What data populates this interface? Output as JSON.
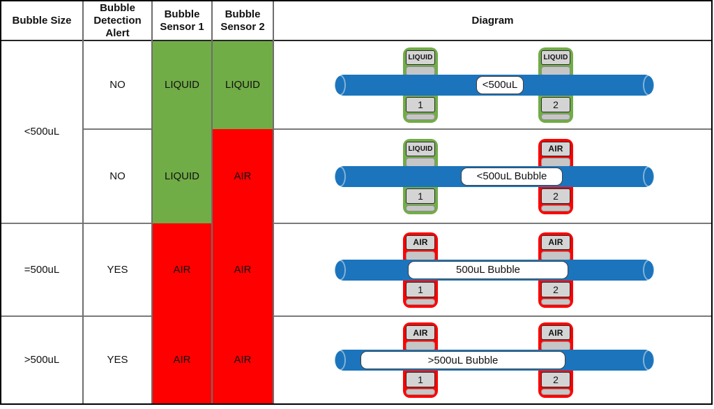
{
  "colors": {
    "liquid_green": "#71AD47",
    "air_red": "#FF0000",
    "tube_blue": "#1B74BC",
    "sensor_gray": "#C6C6C6"
  },
  "table": {
    "headers": {
      "bubble_size": "Bubble Size",
      "alert": "Bubble Detection Alert",
      "sensor1": "Bubble Sensor 1",
      "sensor2": "Bubble Sensor 2",
      "diagram": "Diagram"
    },
    "size_cells": [
      {
        "label": "<500uL"
      },
      {
        "label": "=500uL"
      },
      {
        "label": ">500uL"
      }
    ],
    "rows": [
      {
        "alert": "NO",
        "sensor1": {
          "text": "LIQUID",
          "state": "liquid"
        },
        "sensor2": {
          "text": "LIQUID",
          "state": "liquid"
        },
        "diagram": {
          "sensor1_top": "LIQUID",
          "sensor1_num": "1",
          "sensor2_top": "LIQUID",
          "sensor2_num": "2",
          "bubble": "<500uL"
        }
      },
      {
        "alert": "NO",
        "sensor1": {
          "text": "LIQUID",
          "state": "liquid"
        },
        "sensor2": {
          "text": "AIR",
          "state": "air"
        },
        "diagram": {
          "sensor1_top": "LIQUID",
          "sensor1_num": "1",
          "sensor2_top": "AIR",
          "sensor2_num": "2",
          "bubble": "<500uL Bubble"
        }
      },
      {
        "alert": "YES",
        "sensor1": {
          "text": "AIR",
          "state": "air"
        },
        "sensor2": {
          "text": "AIR",
          "state": "air"
        },
        "diagram": {
          "sensor1_top": "AIR",
          "sensor1_num": "1",
          "sensor2_top": "AIR",
          "sensor2_num": "2",
          "bubble": "500uL Bubble"
        }
      },
      {
        "alert": "YES",
        "sensor1": {
          "text": "AIR",
          "state": "air"
        },
        "sensor2": {
          "text": "AIR",
          "state": "air"
        },
        "diagram": {
          "sensor1_top": "AIR",
          "sensor1_num": "1",
          "sensor2_top": "AIR",
          "sensor2_num": "2",
          "bubble": ">500uL Bubble"
        }
      }
    ]
  }
}
